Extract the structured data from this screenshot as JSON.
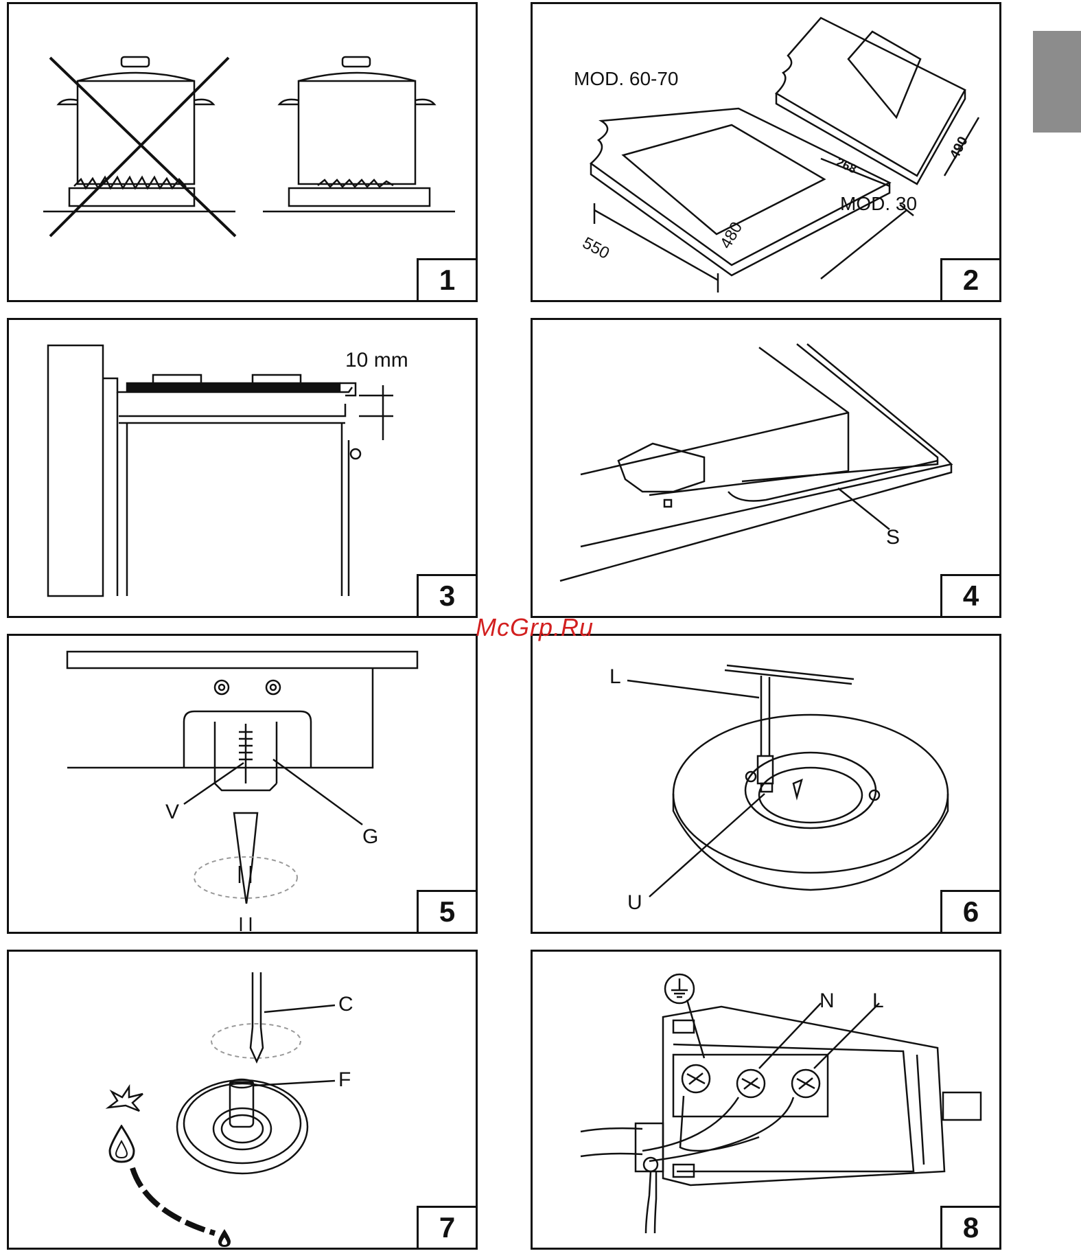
{
  "panels": [
    {
      "number": "1"
    },
    {
      "number": "2",
      "mod_60_70": "MOD. 60-70",
      "mod_30": "MOD. 30",
      "dim_550": "550",
      "dim_480": "480",
      "dim_268": "268",
      "dim_490": "490"
    },
    {
      "number": "3",
      "gap_label": "10 mm"
    },
    {
      "number": "4",
      "seal_label": "S"
    },
    {
      "number": "5",
      "screw_label": "V",
      "guide_label": "G"
    },
    {
      "number": "6",
      "tool_label": "L",
      "nozzle_label": "U"
    },
    {
      "number": "7",
      "screwdriver_label": "C",
      "spindle_label": "F"
    },
    {
      "number": "8",
      "neutral_label": "N",
      "live_label": "L"
    }
  ],
  "watermark": "McGrp.Ru",
  "icons": [
    "earth-ground-icon",
    "spark-icon",
    "large-flame-icon",
    "small-flame-icon"
  ],
  "colors": {
    "line": "#111111",
    "tab": "#8c8c8c",
    "watermark": "#d21f1f"
  }
}
